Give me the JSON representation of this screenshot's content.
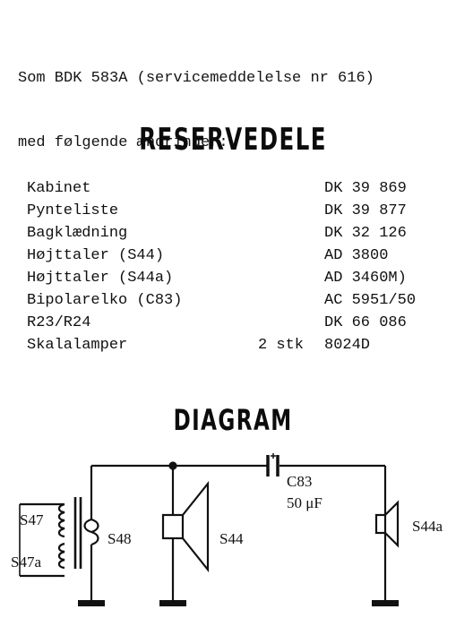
{
  "intro": {
    "line1": "Som BDK 583A (servicemeddelelse nr 616)",
    "line2": "med følgende ændringer:"
  },
  "parts_heading": "RESERVEDELE",
  "parts": [
    {
      "name": "Kabinet",
      "qty": "",
      "code": "DK 39 869"
    },
    {
      "name": "Pynteliste",
      "qty": "",
      "code": "DK 39 877"
    },
    {
      "name": "Bagklædning",
      "qty": "",
      "code": "DK 32 126"
    },
    {
      "name": "Højttaler (S44)",
      "qty": "",
      "code": "AD 3800"
    },
    {
      "name": "Højttaler (S44a)",
      "qty": "",
      "code": "AD 3460M)"
    },
    {
      "name": "Bipolarelko (C83)",
      "qty": "",
      "code": "AC 5951/50"
    },
    {
      "name": "R23/R24",
      "qty": "",
      "code": "DK 66 086"
    },
    {
      "name": "Skalalamper",
      "qty": "2 stk",
      "code": "8024D"
    }
  ],
  "diagram_heading": "DIAGRAM",
  "diagram": {
    "labels": {
      "s47": "S47",
      "s47a": "S47a",
      "s48": "S48",
      "s44": "S44",
      "c83": "C83",
      "c83_value": "50 μF",
      "s44a": "S44a"
    }
  }
}
